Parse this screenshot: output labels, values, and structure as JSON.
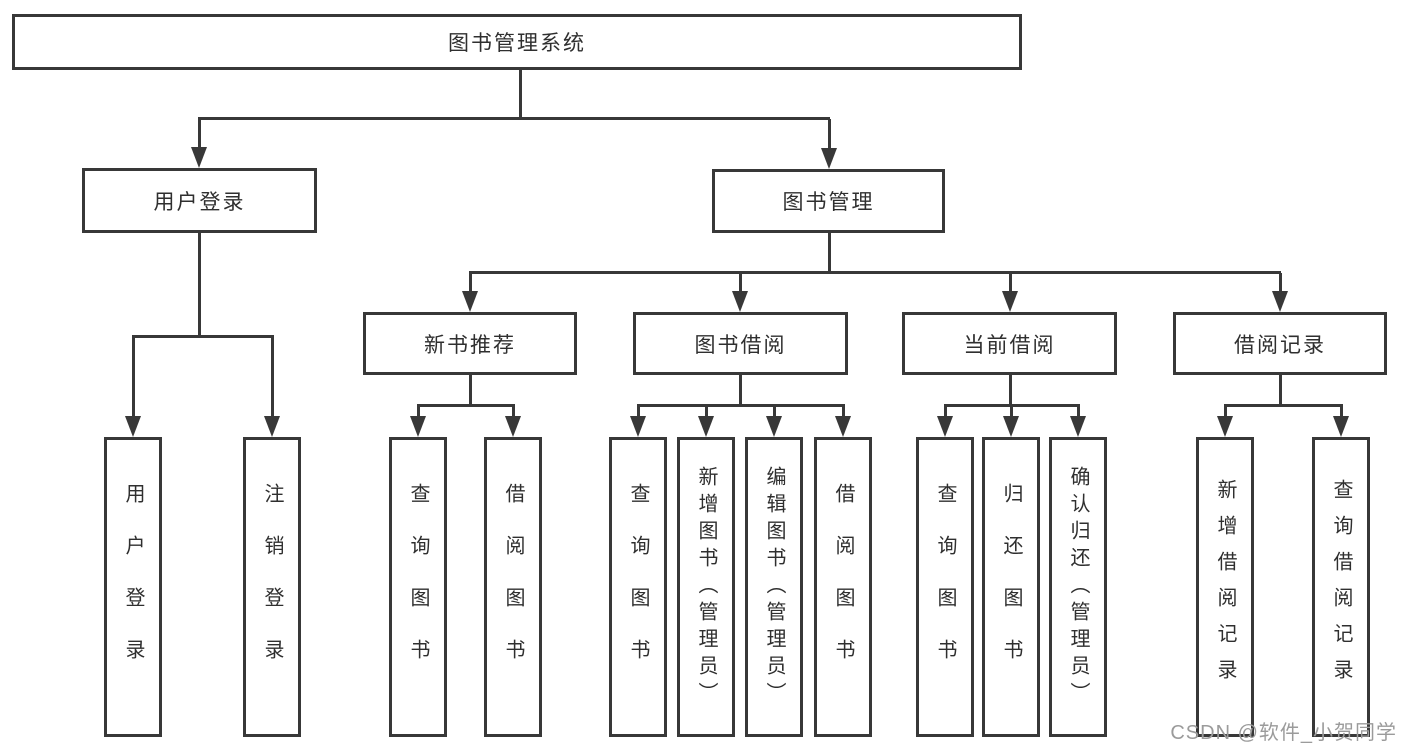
{
  "diagram": {
    "root": {
      "label": "图书管理系统"
    },
    "branches": [
      {
        "label": "用户登录",
        "children": [
          {
            "label": "用户登录"
          },
          {
            "label": "注销登录"
          }
        ]
      },
      {
        "label": "图书管理",
        "children": [
          {
            "label": "新书推荐",
            "children": [
              {
                "label": "查询图书"
              },
              {
                "label": "借阅图书"
              }
            ]
          },
          {
            "label": "图书借阅",
            "children": [
              {
                "label": "查询图书"
              },
              {
                "label": "新增图书（管理员）"
              },
              {
                "label": "编辑图书（管理员）"
              },
              {
                "label": "借阅图书"
              }
            ]
          },
          {
            "label": "当前借阅",
            "children": [
              {
                "label": "查询图书"
              },
              {
                "label": "归还图书"
              },
              {
                "label": "确认归还（管理员）"
              }
            ]
          },
          {
            "label": "借阅记录",
            "children": [
              {
                "label": "新增借阅记录"
              },
              {
                "label": "查询借阅记录"
              }
            ]
          }
        ]
      }
    ]
  },
  "watermark": {
    "text": "CSDN @软件_小贺同学"
  },
  "colors": {
    "line": "#383838",
    "text": "#2f2f2f",
    "watermark": "#9b9b9b",
    "background": "#ffffff"
  }
}
